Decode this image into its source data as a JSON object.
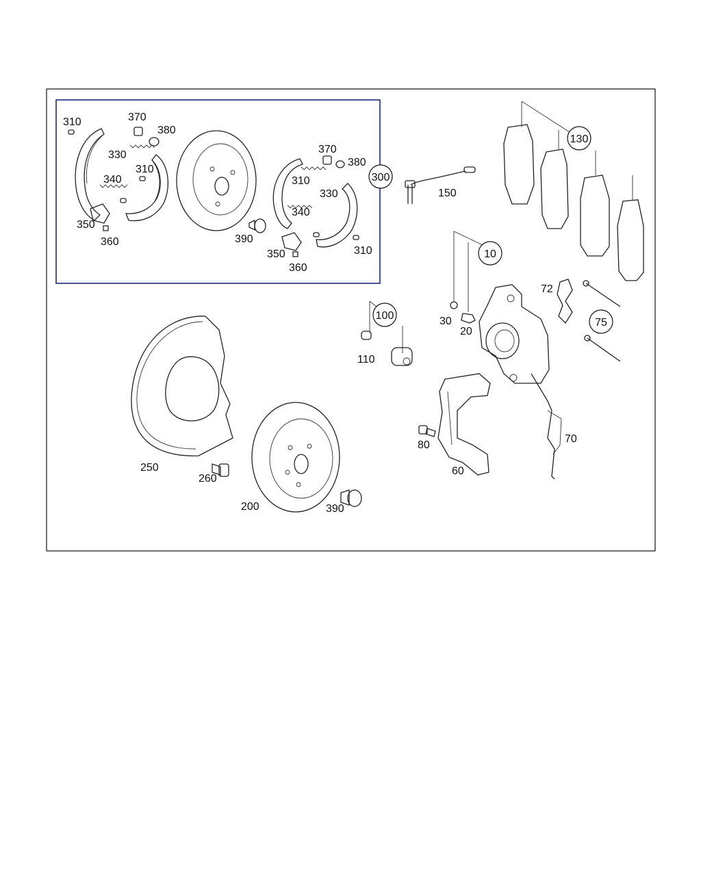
{
  "callouts": {
    "c300": "300",
    "c130": "130",
    "c10": "10",
    "c100": "100",
    "c75": "75"
  },
  "labels": {
    "l310a": "310",
    "l370a": "370",
    "l380a": "380",
    "l330a": "330",
    "l310b": "310",
    "l340a": "340",
    "l350a": "350",
    "l360a": "360",
    "l370b": "370",
    "l380b": "380",
    "l310c": "310",
    "l330b": "330",
    "l340b": "340",
    "l390a": "390",
    "l350b": "350",
    "l360b": "360",
    "l310d": "310",
    "l150": "150",
    "l30": "30",
    "l20": "20",
    "l110": "110",
    "l72": "72",
    "l70": "70",
    "l80": "80",
    "l60": "60",
    "l250": "250",
    "l260": "260",
    "l200": "200",
    "l390b": "390"
  }
}
